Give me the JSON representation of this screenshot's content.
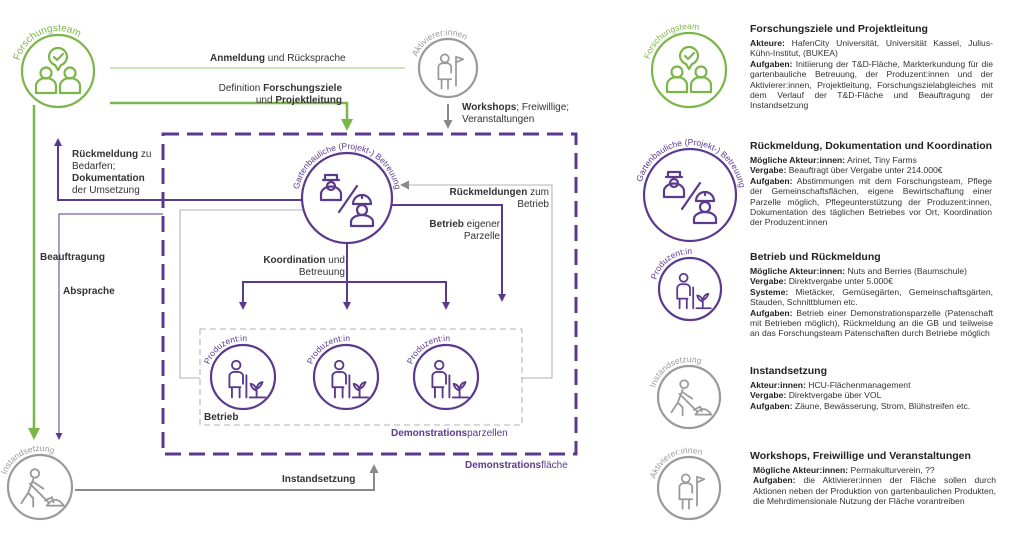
{
  "colors": {
    "green": "#7ab648",
    "purple": "#5b3a8e",
    "gray": "#9a9a9a",
    "dark": "#333333"
  },
  "nodes": {
    "forschungsteam": {
      "label": "Forschungsteam",
      "icon": "team-check-icon"
    },
    "aktivierer": {
      "label": "Aktivierer:innen",
      "icon": "person-flag-icon"
    },
    "betreuung": {
      "label": "Gartenbauliche (Projekt-) Betreuung",
      "icon": "gardener-worker-icon"
    },
    "produzent_1": {
      "label": "Produzent:in",
      "icon": "person-plant-icon"
    },
    "produzent_2": {
      "label": "Produzent:in",
      "icon": "person-plant-icon"
    },
    "produzent_3": {
      "label": "Produzent:in",
      "icon": "person-plant-icon"
    },
    "instandsetzung": {
      "label": "Instandsetzung",
      "icon": "digging-worker-icon"
    }
  },
  "edges": {
    "anmeldung": {
      "bold": "Anmeldung",
      "rest": " und Rücksprache"
    },
    "definition": {
      "line1_pre": "Definition ",
      "line1_bold": "Forschungsziele",
      "line2_pre": "und ",
      "line2_bold": "Projektleitung"
    },
    "workshops": {
      "bold": "Workshops",
      "rest": "; Freiwillige;",
      "line2": "Veranstaltungen"
    },
    "rueckmeldung": {
      "bold1": "Rückmeldung",
      "rest1": " zu",
      "line2": "Bedarfen;",
      "bold3": "Dokumentation",
      "line4": "der Umsetzung"
    },
    "rueckmeldungen_zum": {
      "bold": "Rückmeldungen",
      "rest": " zum",
      "line2": "Betrieb"
    },
    "betrieb_eigener": {
      "bold": "Betrieb",
      "rest": " eigener",
      "line2": "Parzelle"
    },
    "koordination": {
      "bold": "Koordination",
      "rest": " und",
      "line2": "Betreuung"
    },
    "beauftragung": "Beauftragung",
    "absprache": "Absprache",
    "instandsetzung": "Instandsetzung"
  },
  "areas": {
    "betrieb": "Betrieb",
    "demo_parzellen": {
      "bold": "Demonstrations",
      "rest": "parzellen"
    },
    "demo_flaeche": {
      "bold": "Demonstrations",
      "rest": "fläche"
    }
  },
  "legend": [
    {
      "title": "Forschungsziele und Projektleitung",
      "icon": "team-check-icon",
      "ring_label": "Forschungsteam",
      "ring_color": "green",
      "lines": [
        {
          "key": "Akteure:",
          "text": " HafenCity Universität, Universität Kassel, Julius-Kühn-Institut, (BUKEA)"
        },
        {
          "key": "Aufgaben:",
          "text": " Initiierung der T&D-Fläche, Markterkundung für die gartenbauliche Betreuung, der Produzent:innen und der Aktivierer:innen, Projektleitung, Forschungszielab­gleiches mit dem Verlauf der T&D-Fläche und Beauftra­gung der Instandsetzung"
        }
      ]
    },
    {
      "title": "Rückmeldung, Dokumentation und Koordination",
      "icon": "gardener-worker-icon",
      "ring_label": "Gartenbauliche (Projekt-) Betreuung",
      "ring_color": "purple",
      "lines": [
        {
          "key": "Mögliche Akteur:innen:",
          "text": " Arinet, Tiny Farms"
        },
        {
          "key": "Vergabe:",
          "text": " Beauftragt über Vergabe unter 214.000€"
        },
        {
          "key": "Aufgaben:",
          "text": " Abstimmungen mit dem Forschungsteam, Pflege der Gemeinschaftsflächen, eigene Bewirtschaftung einer Parzelle möglich, Pflegeunterstützung der Produ­zent:innen, Dokumentation des täglichen Betriebes vor Ort, Koordination der Produzent:innen"
        }
      ]
    },
    {
      "title": "Betrieb und Rückmeldung",
      "icon": "person-plant-icon",
      "ring_label": "Produzent:in",
      "ring_color": "purple",
      "lines": [
        {
          "key": "Mögliche Akteur:innen:",
          "text": " Nuts and Berries (Baumschule)"
        },
        {
          "key": "Vergabe:",
          "text": " Direktvergabe unter 5.000€"
        },
        {
          "key": "Systeme:",
          "text": " Mietäcker, Gemüsegärten, Gemeinschaftsgär­ten, Stauden, Schnittblumen etc."
        },
        {
          "key": "Aufgaben:",
          "text": " Betrieb einer Demonstrationsparzelle (Paten­schaft mit Betrieben möglich), Rückmeldung an die GB und teilweise an das Forschungsteam Patenschaften durch Betriebe möglich"
        }
      ]
    },
    {
      "title": "Instandsetzung",
      "icon": "digging-worker-icon",
      "ring_label": "Instandsetzung",
      "ring_color": "gray",
      "lines": [
        {
          "key": "Akteur:innen:",
          "text": " HCU-Flächenmanagement"
        },
        {
          "key": "Vergabe:",
          "text": " Direktvergabe über VOL"
        },
        {
          "key": "Aufgaben:",
          "text": " Zäune, Bewässerung, Strom, Blühstreifen etc."
        }
      ]
    },
    {
      "title": "Workshops, Freiwillige und Veranstaltungen",
      "icon": "person-flag-icon",
      "ring_label": "Aktivierer:innen",
      "ring_color": "gray",
      "lines": [
        {
          "key": "Mögliche Akteur:innen:",
          "text": " Permakulturverein, ??"
        },
        {
          "key": "Aufgaben:",
          "text": " die Aktivierer:innen der Fläche sollen durch Aktionen neben der Produktion von gartenbaulichen Produkten, die Mehrdimensionale Nutzung der Fläche vorantreiben"
        }
      ]
    }
  ]
}
